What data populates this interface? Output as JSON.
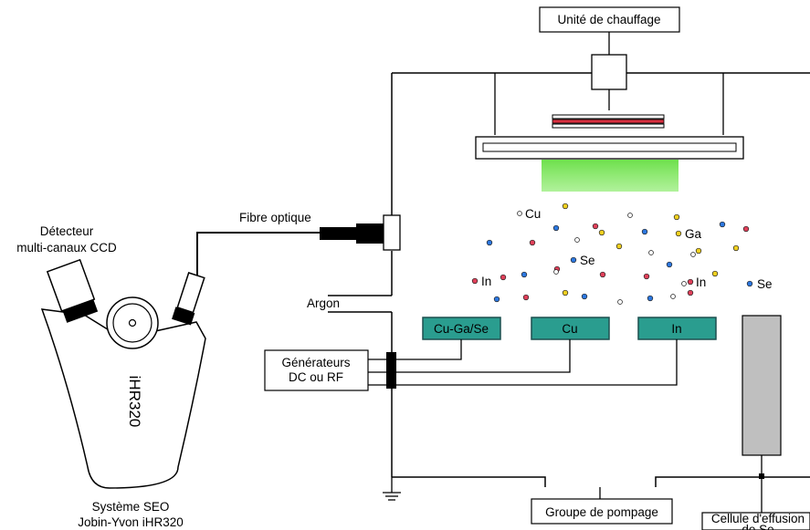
{
  "labels": {
    "heating_unit": "Unité de chauffage",
    "optical_fiber": "Fibre optique",
    "detector_line1": "Détecteur",
    "detector_line2": "multi-canaux CCD",
    "argon": "Argon",
    "generators_line1": "Générateurs",
    "generators_line2": "DC ou RF",
    "instrument_model": "iHR320",
    "system_line1": "Système SEO",
    "system_line2": "Jobin-Yvon iHR320",
    "pump_group": "Groupe de pompage",
    "effusion_line1": "Cellule d'effusion",
    "effusion_line2": "de Se"
  },
  "targets": [
    "Cu-Ga/Se",
    "Cu",
    "In"
  ],
  "species": {
    "cu": "Cu",
    "ga": "Ga",
    "se1": "Se",
    "in1": "In",
    "in2": "In",
    "se2": "Se"
  },
  "colors": {
    "target_fill": "#2a9d8f",
    "target_border": "#1c4f4f",
    "plasma": "#7bea5a",
    "sample_red": "#d93040",
    "effusion_cell": "#bfbfbf",
    "dot_pink": "#e0405a",
    "dot_blue": "#2d78e0",
    "dot_yellow": "#f0d020",
    "dot_white": "#ffffff"
  }
}
